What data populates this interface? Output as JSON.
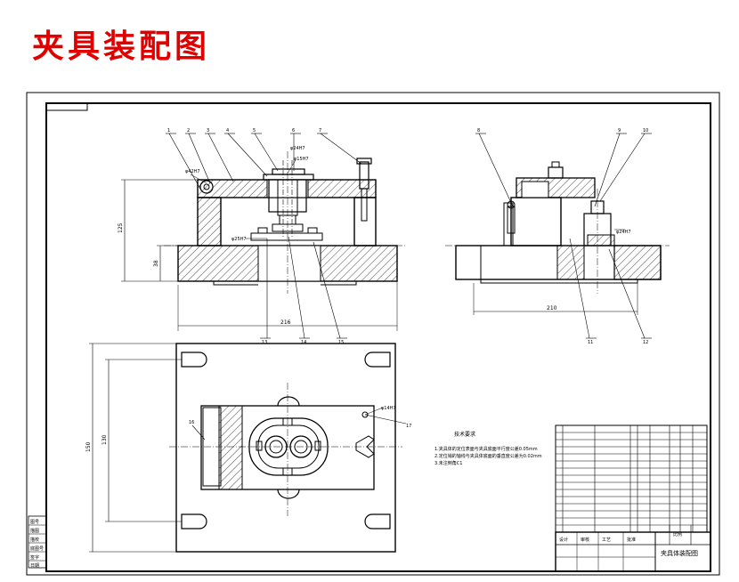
{
  "page": {
    "title": "夹具装配图",
    "title_color": "#e00000"
  },
  "drawing": {
    "dims": {
      "front_width": "216",
      "front_height": "125",
      "front_base_height": "38",
      "side_width": "210",
      "plan_height_outer": "150",
      "plan_height_inner": "130"
    },
    "diameters": {
      "front_pin": "φ24H7",
      "front_bush": "φ15H7",
      "front_locating": "φ42H7",
      "front_base": "φ25H7",
      "side_pin": "φ24H7",
      "plan_pin": "φ14H7"
    },
    "balloons": {
      "front_top": [
        "1",
        "2",
        "3",
        "4",
        "5",
        "6",
        "7"
      ],
      "front_bottom": [
        "13",
        "14",
        "15"
      ],
      "side_top": [
        "8",
        "9",
        "10"
      ],
      "side_bottom": [
        "11",
        "12"
      ],
      "plan": [
        "16",
        "17"
      ]
    },
    "notes": {
      "heading": "技术要求",
      "lines": [
        "1.夹具体的定位表面与夹具底面平行度公差0.05mm",
        "2.定位销的轴线与夹具体底面的垂直度公差为0.02mm",
        "3.未注倒角C1"
      ]
    },
    "title_block": {
      "drawing_name": "夹具体装配图",
      "design_label": "设计",
      "check_label": "审核",
      "approve_label": "批准",
      "process_label": "工艺",
      "scale_label": "比例"
    },
    "left_strip": [
      "图号",
      "描图",
      "描校",
      "底图号",
      "签字",
      "日期"
    ]
  }
}
